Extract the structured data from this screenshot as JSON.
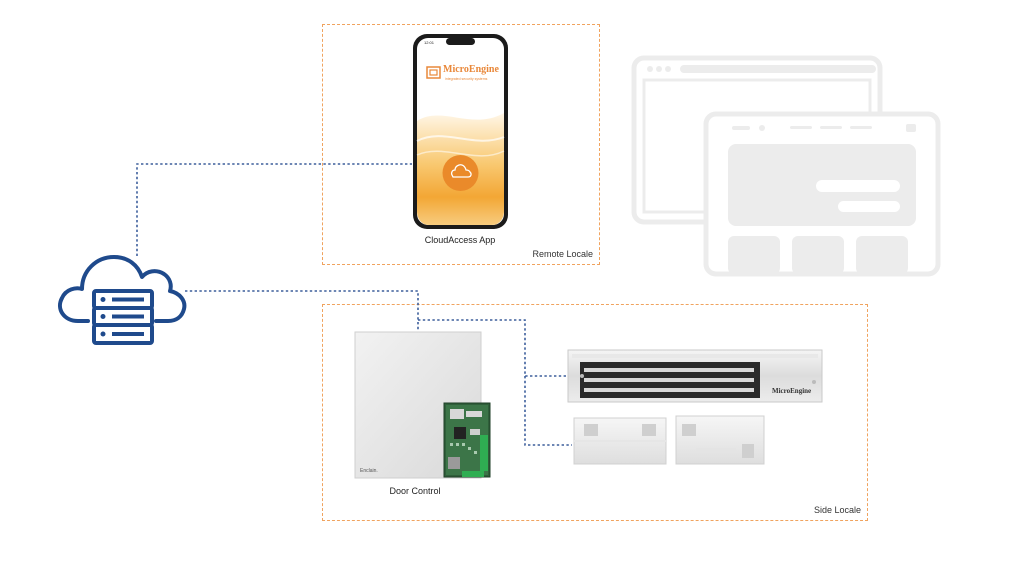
{
  "zones": {
    "remote": {
      "label": "Remote Locale"
    },
    "side": {
      "label": "Side Locale"
    }
  },
  "devices": {
    "phone": {
      "caption": "CloudAccess App",
      "brand": "MicroEngine",
      "tagline": "integrated security systems",
      "time": "12:01"
    },
    "door_control": {
      "caption": "Door Control",
      "panel_text": "Enclain."
    },
    "maglock": {
      "brand": "MicroEngine"
    }
  },
  "colors": {
    "accent": "#f0a35e",
    "connector": "#3d5f9c",
    "cloud_icon": "#1f4a8c",
    "ghost": "#ececec"
  }
}
